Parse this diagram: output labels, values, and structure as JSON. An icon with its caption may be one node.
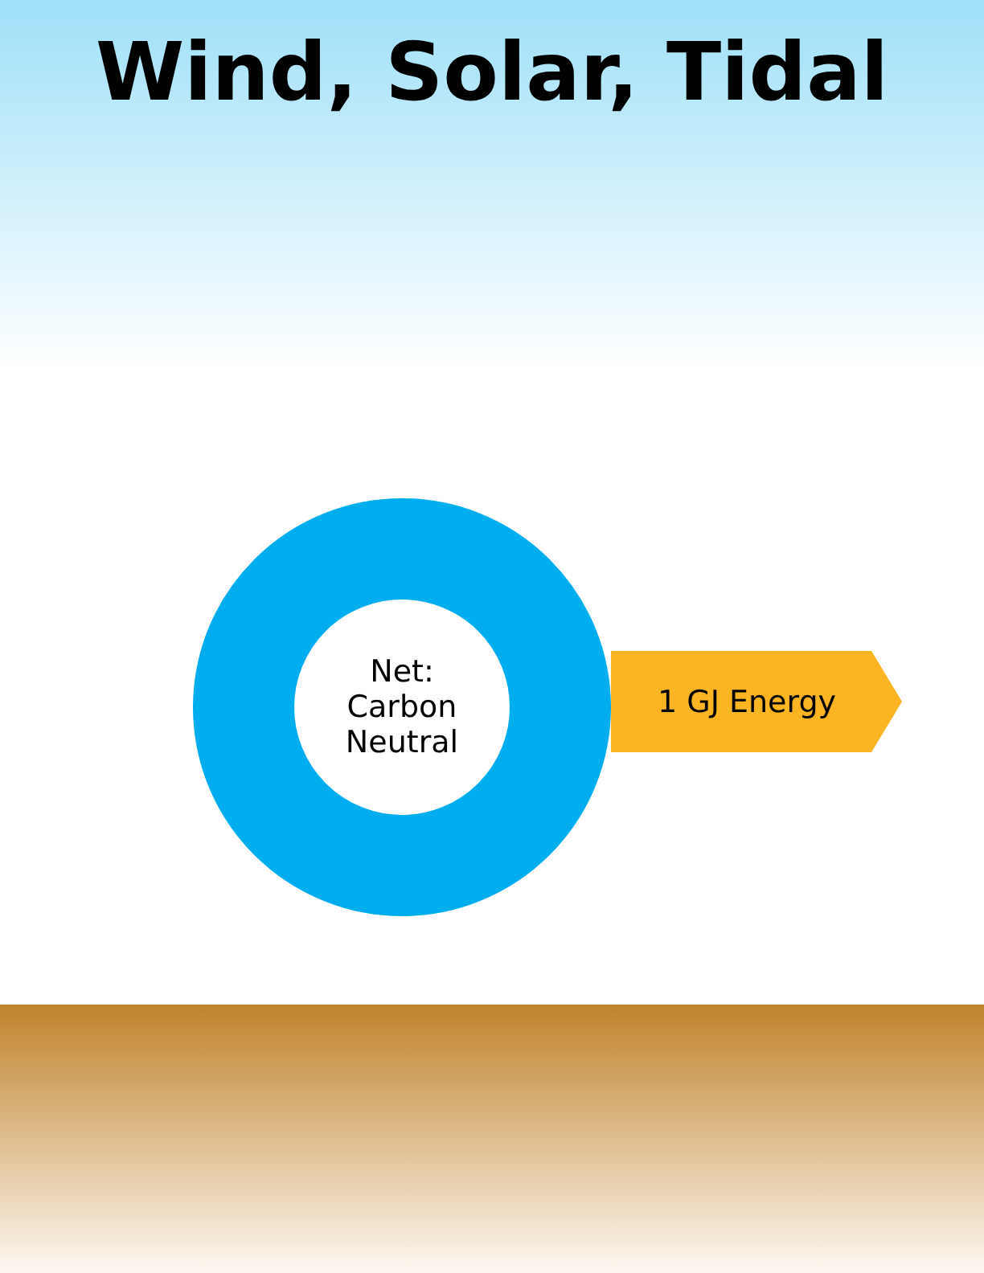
{
  "diagram": {
    "title": "Wind, Solar, Tidal",
    "nodes": [
      {
        "text": [
          "Net: Carbon Neutral"
        ]
      },
      {
        "text": [
          "1 GJ Energy"
        ]
      }
    ]
  }
}
